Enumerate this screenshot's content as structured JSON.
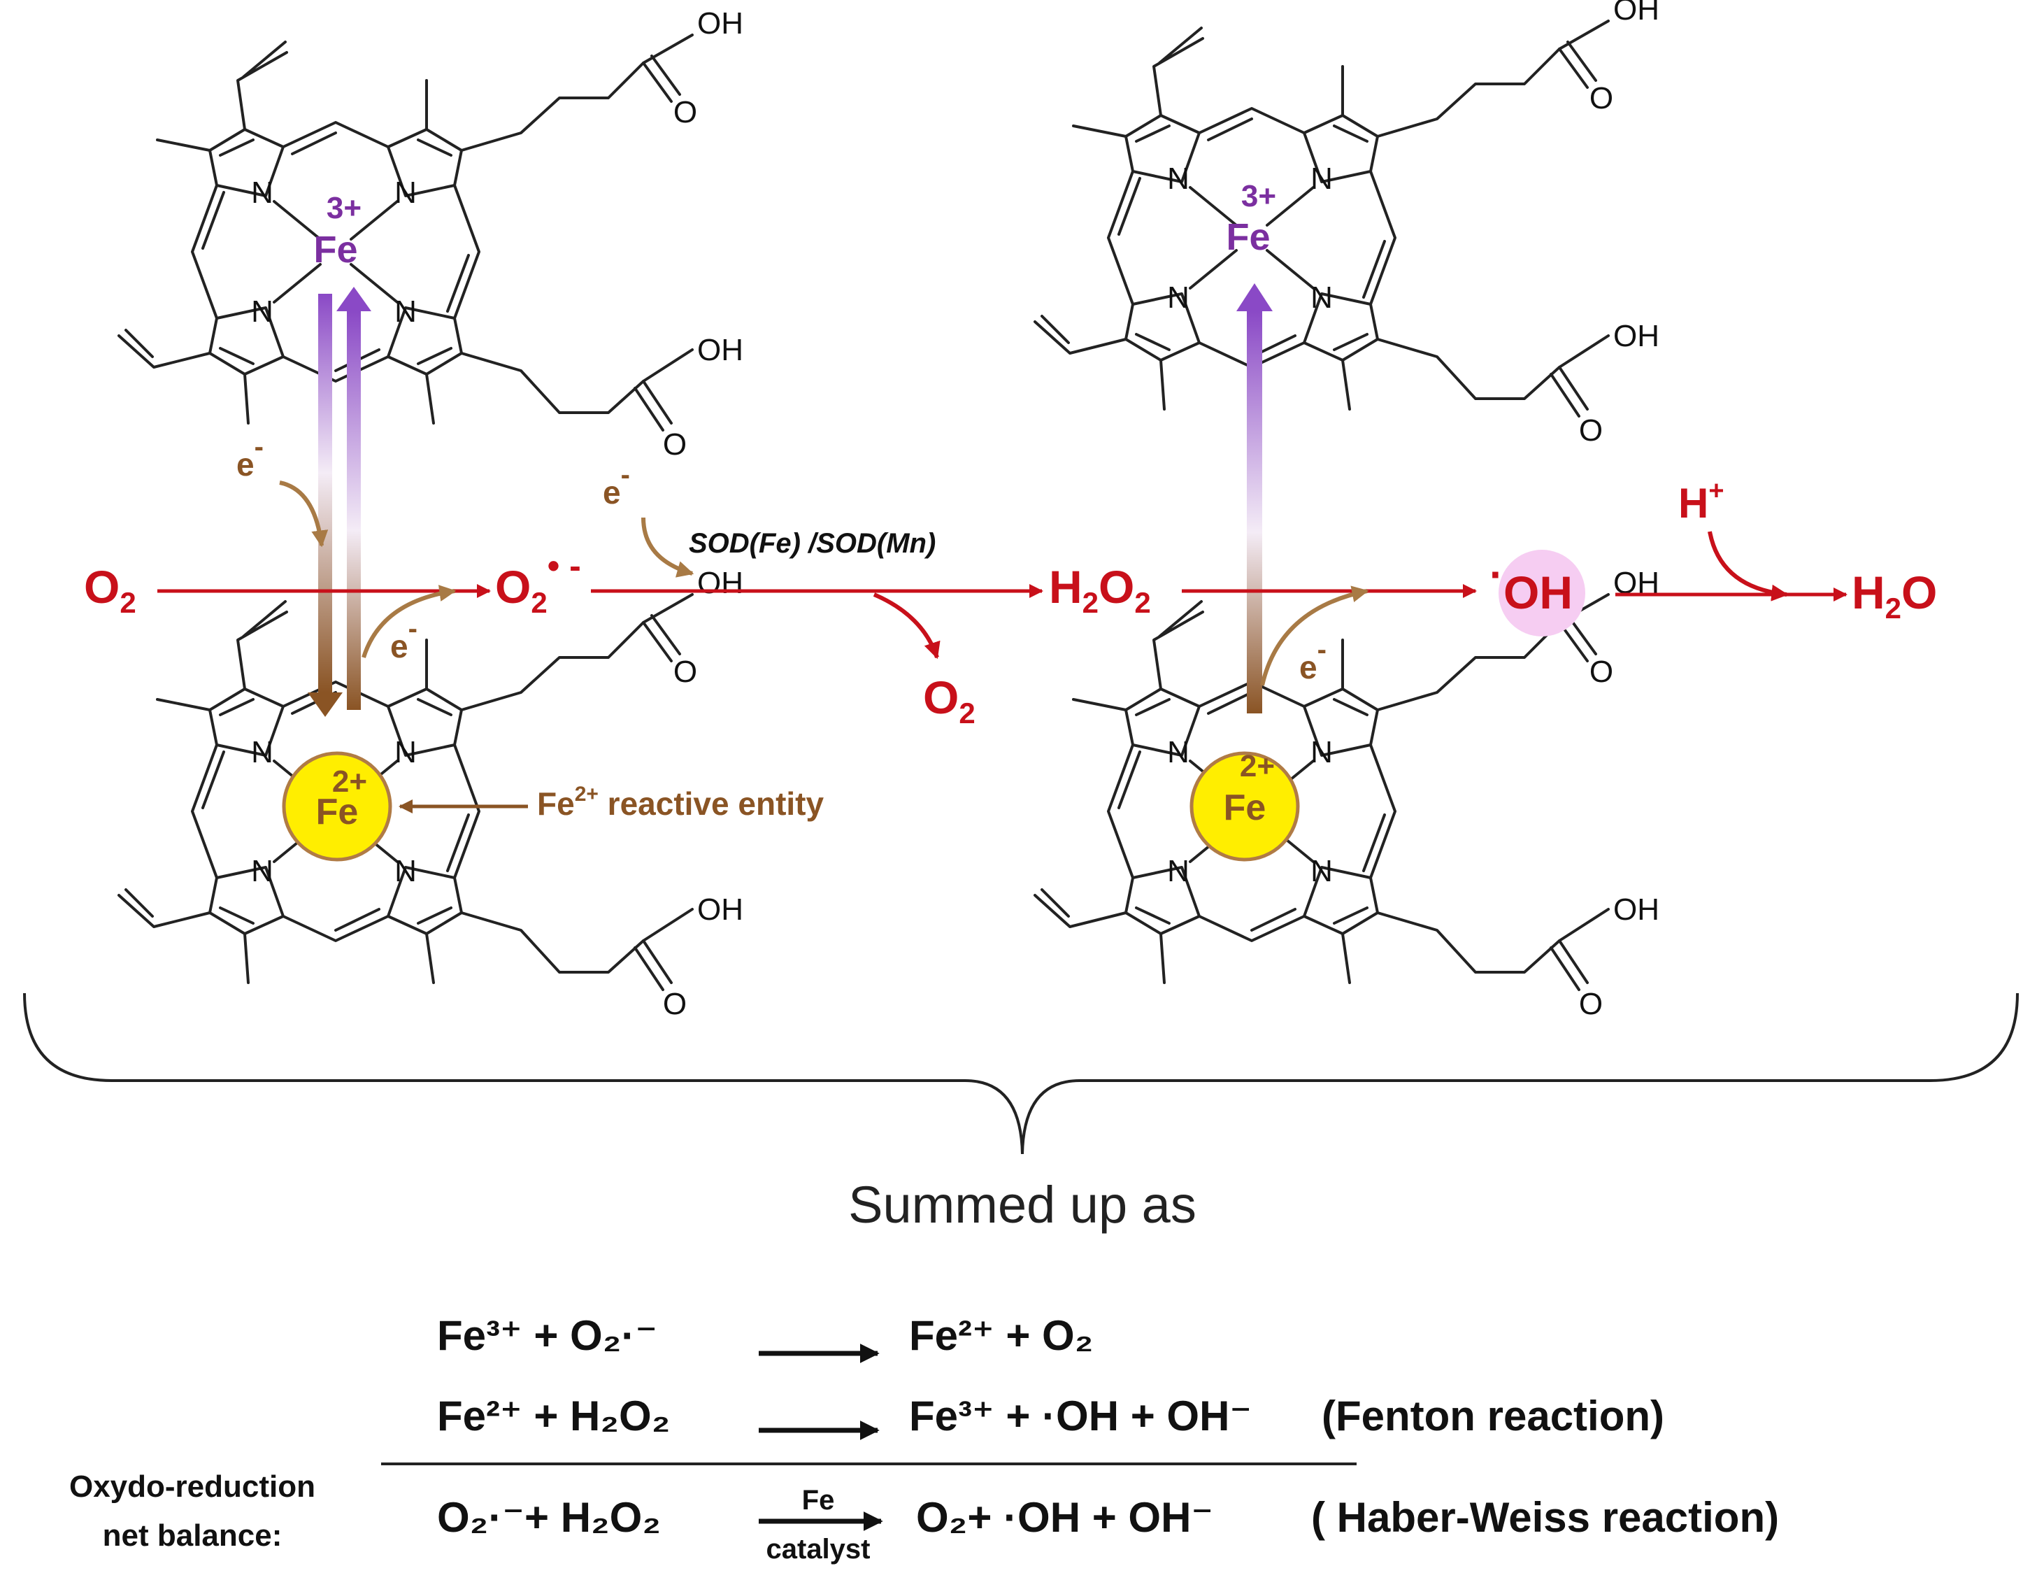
{
  "species": {
    "o2_left": "O",
    "o2_left_sub": "2",
    "superoxide": "O",
    "superoxide_sub": "2",
    "superoxide_sup": "• -",
    "h2o2_h": "H",
    "h2o2_sub1": "2",
    "h2o2_o": "O",
    "h2o2_sub2": "2",
    "oh_dot": "·",
    "oh": "OH",
    "h2o_h": "H",
    "h2o_sub": "2",
    "h2o_o": "O",
    "o2_released": "O",
    "o2_released_sub": "2",
    "h_plus": "H",
    "h_plus_sup": "+"
  },
  "labels": {
    "enzyme": "SOD(Fe) /SOD(Mn)",
    "electron": "e",
    "electron_sup": "-",
    "reactive_entity": "Fe",
    "reactive_entity_sup": "2+",
    "reactive_entity_rest": " reactive entity",
    "fe": "Fe",
    "fe3_charge": "3+",
    "fe2_charge": "2+",
    "n": "N",
    "oh_group": "OH",
    "o_group": "O",
    "summed": "Summed up as"
  },
  "equations": {
    "row1_left": "Fe³⁺ + O₂·⁻",
    "row1_right": "Fe²⁺ + O₂",
    "row2_left": "Fe²⁺ + H₂O₂",
    "row2_right": "Fe³⁺ + ·OH + OH⁻",
    "row2_name": "(Fenton reaction)",
    "net_label_1": "Oxydo-reduction",
    "net_label_2": "net balance:",
    "row3_left": "O₂·⁻+ H₂O₂",
    "catalyst_top": "Fe",
    "catalyst_bottom": "catalyst",
    "row3_right": "O₂+ ·OH + OH⁻",
    "row3_name": "( Haber-Weiss reaction)"
  },
  "colors": {
    "red": "#c8101a",
    "brown": "#8a5424",
    "purple": "#7b2fa0",
    "fe_highlight": "#ffee00",
    "oh_glow": "#f6cdf2"
  }
}
